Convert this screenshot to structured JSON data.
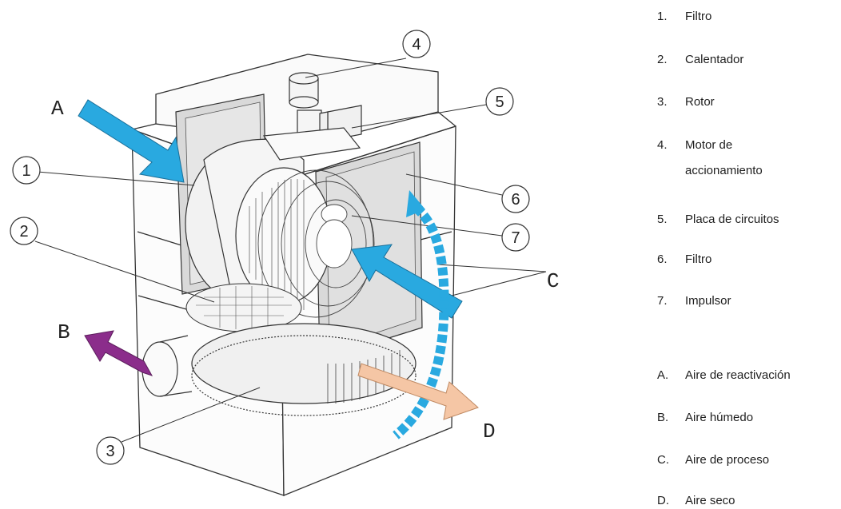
{
  "callouts": {
    "n1": "1",
    "n2": "2",
    "n3": "3",
    "n4": "4",
    "n5": "5",
    "n6": "6",
    "n7": "7",
    "A": "A",
    "B": "B",
    "C": "C",
    "D": "D"
  },
  "legend": [
    {
      "key": "1.",
      "label": "Filtro"
    },
    {
      "key": "2.",
      "label": "Calentador"
    },
    {
      "key": "3.",
      "label": "Rotor"
    },
    {
      "key": "4.",
      "label": "Motor de",
      "label2": "accionamiento"
    },
    {
      "key": "5.",
      "label": "Placa de circuitos"
    },
    {
      "key": "6.",
      "label": "Filtro"
    },
    {
      "key": "7.",
      "label": "Impulsor"
    },
    {
      "key": "A.",
      "label": "Aire de reactivación"
    },
    {
      "key": "B.",
      "label": "Aire húmedo"
    },
    {
      "key": "C.",
      "label": "Aire de proceso"
    },
    {
      "key": "D.",
      "label": "Aire seco"
    }
  ],
  "colors": {
    "reactivation_air": "#29a9e0",
    "humid_air": "#8b2d8b",
    "process_air": "#29a9e0",
    "dry_air": "#f5c6a5",
    "filter_gray": "#d9d9d9",
    "outline": "#333333"
  }
}
